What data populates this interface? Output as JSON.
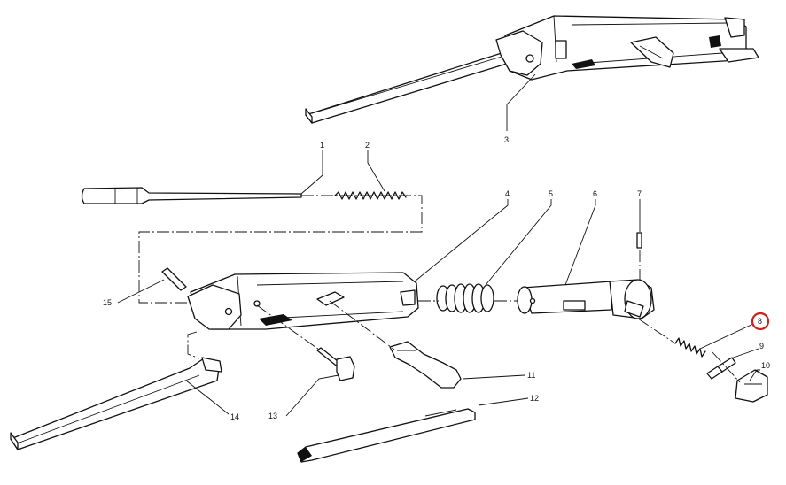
{
  "callouts": {
    "c1": "1",
    "c2": "2",
    "c3": "3",
    "c4": "4",
    "c5": "5",
    "c6": "6",
    "c7": "7",
    "c8": "8",
    "c9": "9",
    "c10": "10",
    "c11": "11",
    "c12": "12",
    "c13": "13",
    "c14": "14",
    "c15": "15"
  },
  "highlight": {
    "callout": "8",
    "color": "#d0201a"
  }
}
